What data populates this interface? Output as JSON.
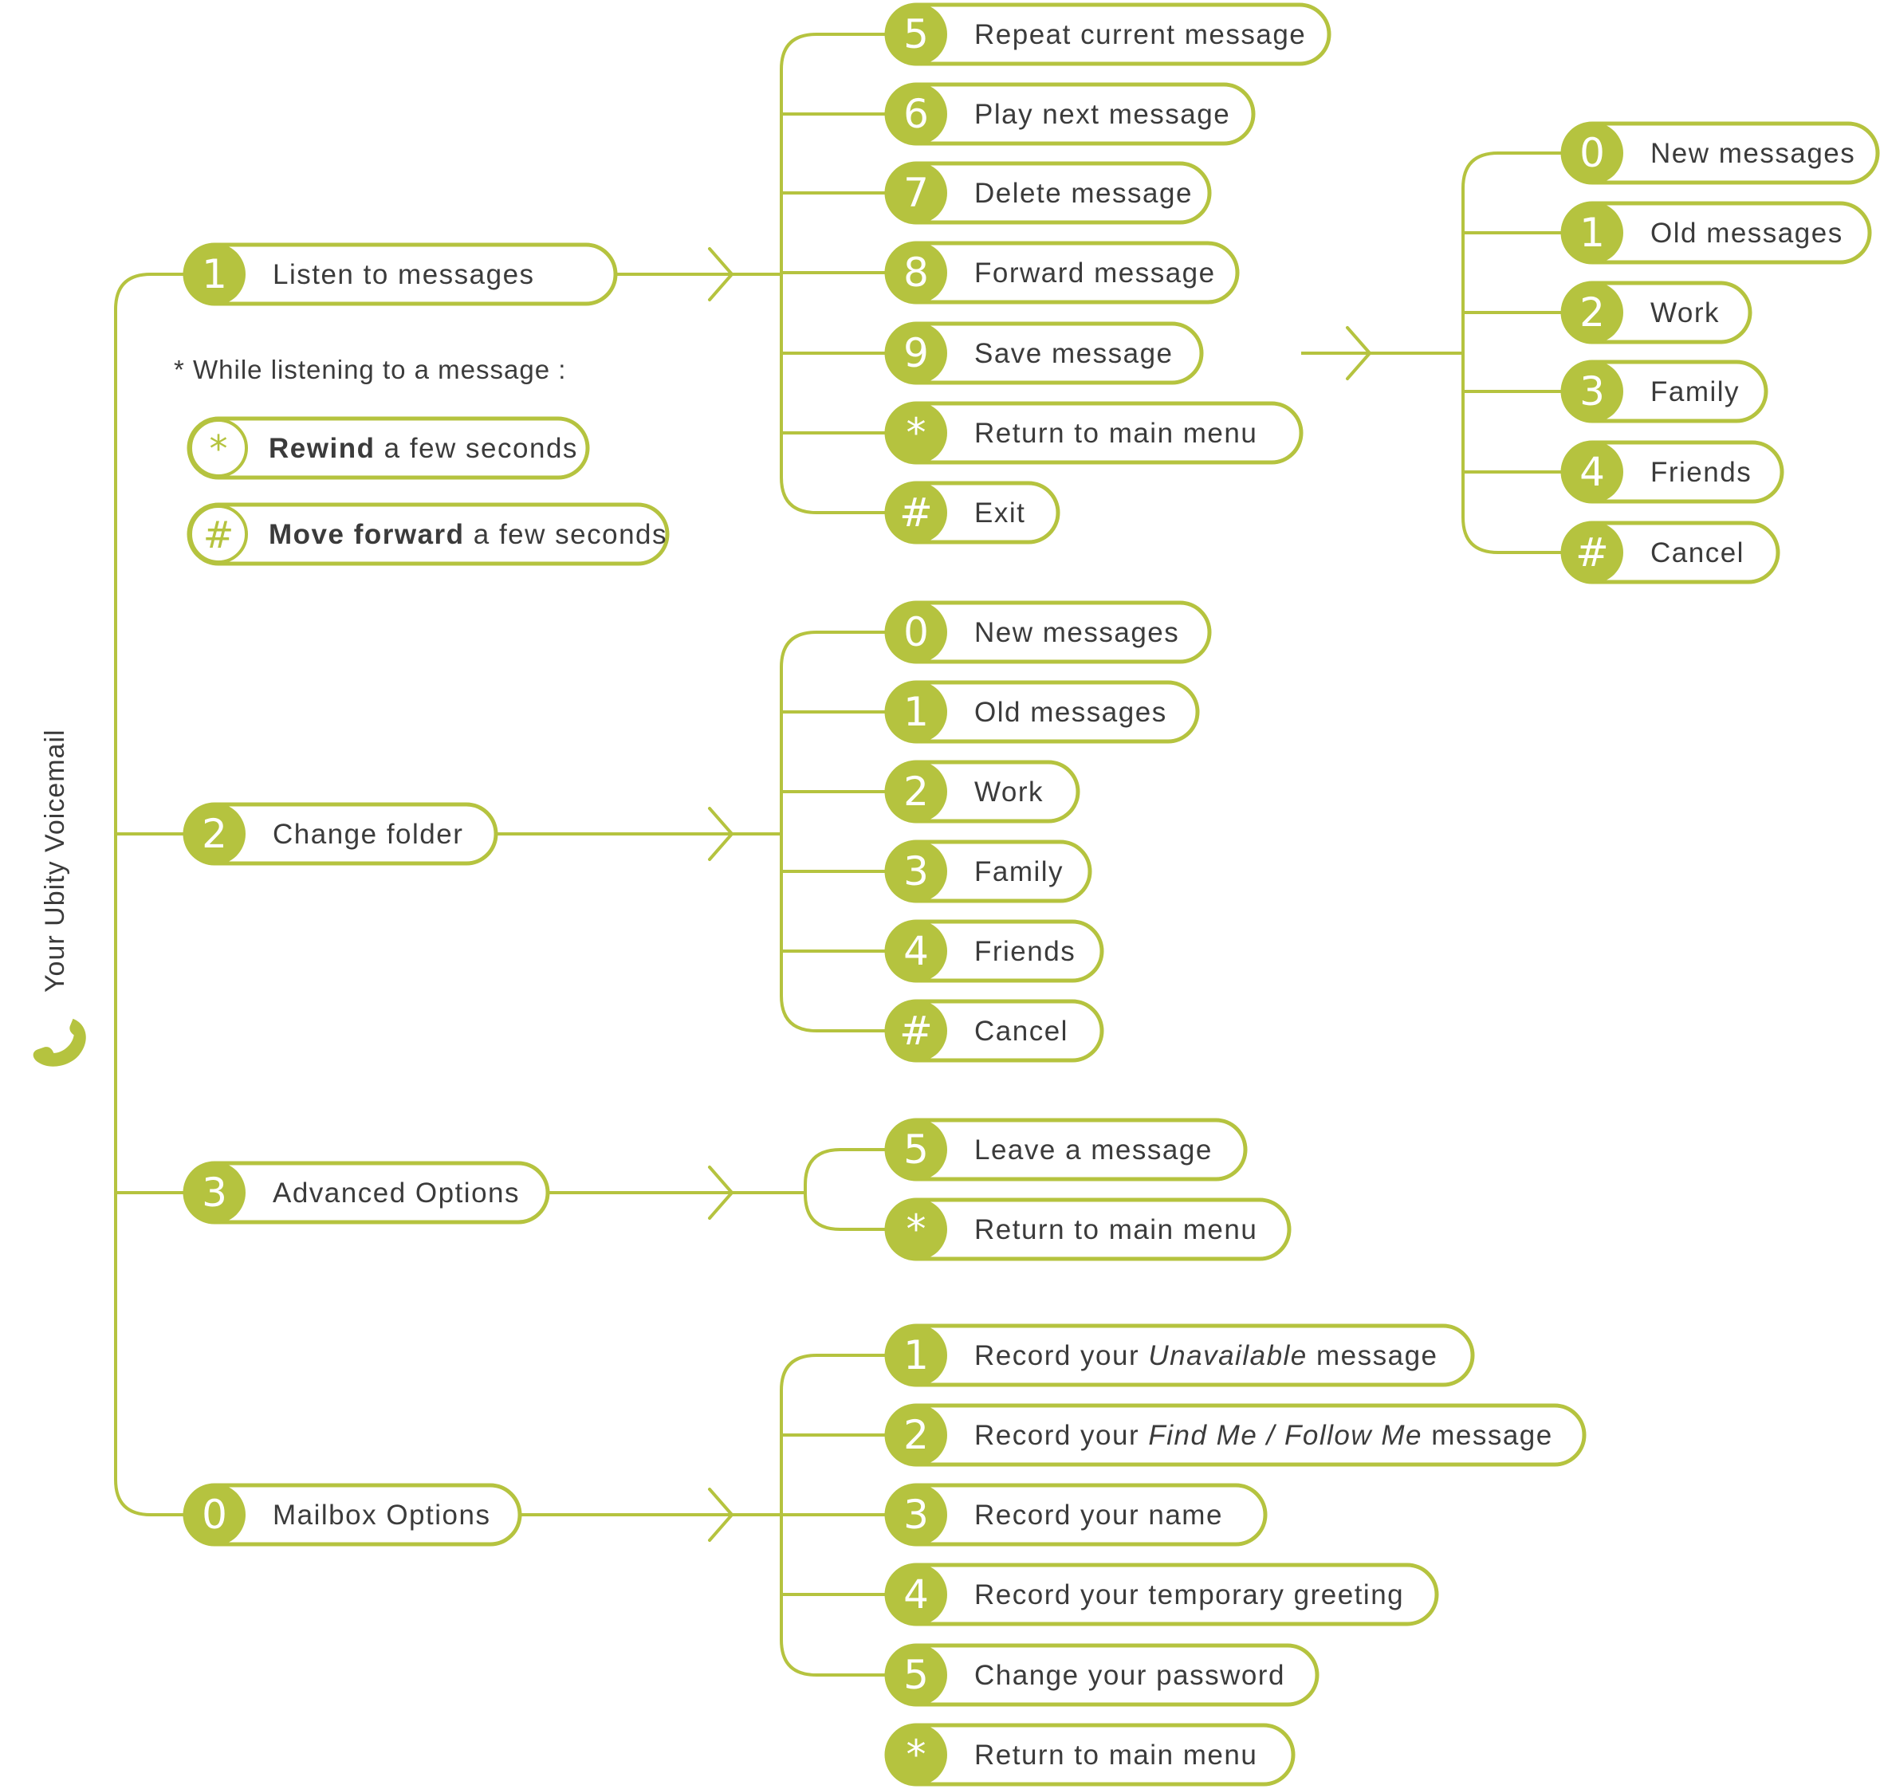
{
  "title": "Your Ubity Voicemail",
  "icons": {
    "title_icon": "phone-icon"
  },
  "colors": {
    "accent": "#b5c33f",
    "text": "#3b3b3b",
    "background": "#ffffff"
  },
  "note": {
    "label": "* While listening to a message :",
    "items": [
      {
        "key": "*",
        "bold": "Rewind",
        "rest": " a few seconds"
      },
      {
        "key": "#",
        "bold": "Move forward",
        "rest": " a few seconds"
      }
    ]
  },
  "main_menu": [
    {
      "key": "1",
      "label": "Listen to messages",
      "submenu": [
        {
          "key": "5",
          "label": "Repeat current message"
        },
        {
          "key": "6",
          "label": "Play next message"
        },
        {
          "key": "7",
          "label": "Delete message"
        },
        {
          "key": "8",
          "label": "Forward message"
        },
        {
          "key": "9",
          "label": "Save message",
          "expands": true
        },
        {
          "key": "*",
          "label": "Return to main menu"
        },
        {
          "key": "#",
          "label": "Exit"
        }
      ],
      "save_submenu": [
        {
          "key": "0",
          "label": "New messages"
        },
        {
          "key": "1",
          "label": "Old messages"
        },
        {
          "key": "2",
          "label": "Work"
        },
        {
          "key": "3",
          "label": "Family"
        },
        {
          "key": "4",
          "label": "Friends"
        },
        {
          "key": "#",
          "label": "Cancel"
        }
      ]
    },
    {
      "key": "2",
      "label": "Change folder",
      "submenu": [
        {
          "key": "0",
          "label": "New messages"
        },
        {
          "key": "1",
          "label": "Old messages"
        },
        {
          "key": "2",
          "label": "Work"
        },
        {
          "key": "3",
          "label": "Family"
        },
        {
          "key": "4",
          "label": "Friends"
        },
        {
          "key": "#",
          "label": "Cancel"
        }
      ]
    },
    {
      "key": "3",
      "label": "Advanced Options",
      "submenu": [
        {
          "key": "5",
          "label": "Leave a message"
        },
        {
          "key": "*",
          "label": "Return to main menu"
        }
      ]
    },
    {
      "key": "0",
      "label": "Mailbox Options",
      "submenu": [
        {
          "key": "1",
          "parts": [
            {
              "t": "Record your "
            },
            {
              "t": "Unavailable",
              "i": true
            },
            {
              "t": " message"
            }
          ]
        },
        {
          "key": "2",
          "parts": [
            {
              "t": "Record your "
            },
            {
              "t": "Find Me / Follow Me",
              "i": true
            },
            {
              "t": " message"
            }
          ]
        },
        {
          "key": "3",
          "label": "Record your name"
        },
        {
          "key": "4",
          "label": "Record your temporary greeting"
        },
        {
          "key": "5",
          "label": "Change your password"
        },
        {
          "key": "*",
          "label": "Return to main menu"
        }
      ]
    }
  ]
}
